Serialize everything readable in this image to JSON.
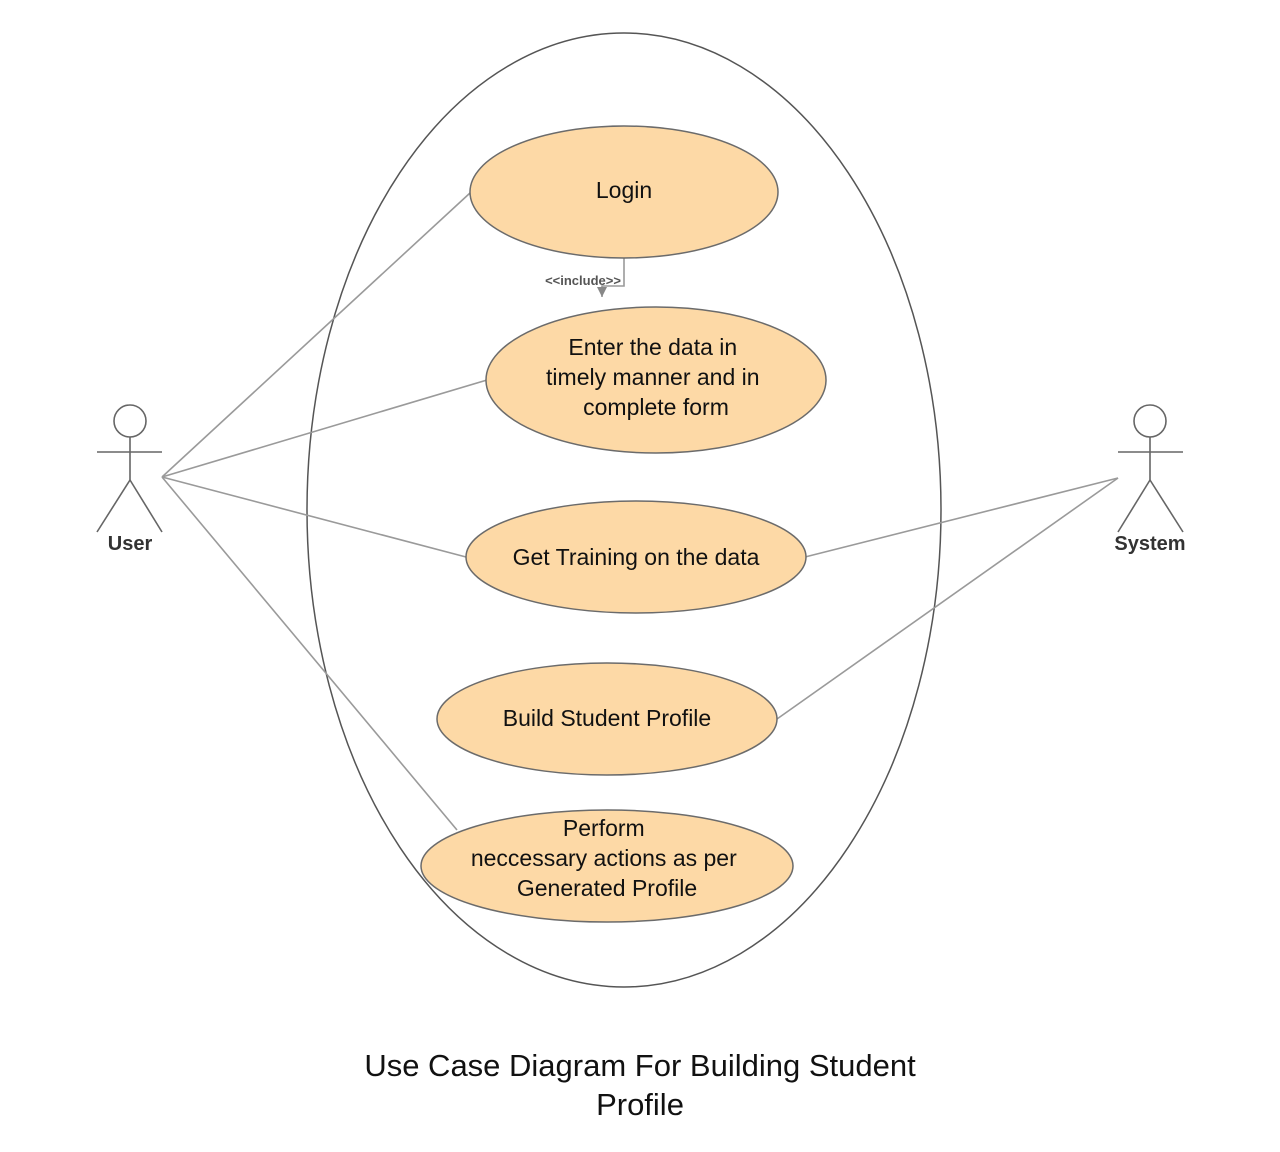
{
  "colors": {
    "usecase_fill": "#fdd9a6",
    "usecase_stroke": "#6b6b6b",
    "line": "#9a9a9a"
  },
  "actors": {
    "user": {
      "label": "User"
    },
    "system": {
      "label": "System"
    }
  },
  "use_cases": {
    "login": {
      "lines": [
        "Login"
      ]
    },
    "enter_data": {
      "lines": [
        "Enter the data in",
        "timely manner and in",
        "complete form"
      ]
    },
    "training": {
      "lines": [
        "Get Training on the data"
      ]
    },
    "build_profile": {
      "lines": [
        "Build Student Profile"
      ]
    },
    "perform_actions": {
      "lines": [
        "Perform",
        "neccessary actions as per",
        "Generated Profile"
      ]
    }
  },
  "relations": {
    "include_label": "<<include>>"
  },
  "caption": {
    "line1": "Use Case Diagram For Building Student",
    "line2": "Profile"
  }
}
